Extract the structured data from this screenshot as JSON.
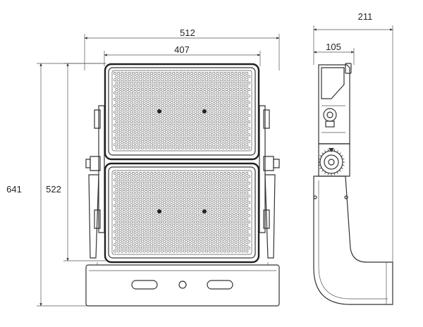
{
  "dimensions": {
    "front_total_width": "512",
    "front_panel_width": "407",
    "total_height": "641",
    "panel_height": "522",
    "side_depth": "211",
    "side_upper_depth": "105"
  },
  "colors": {
    "line": "#333333",
    "dot": "#555555",
    "background": "#ffffff"
  }
}
